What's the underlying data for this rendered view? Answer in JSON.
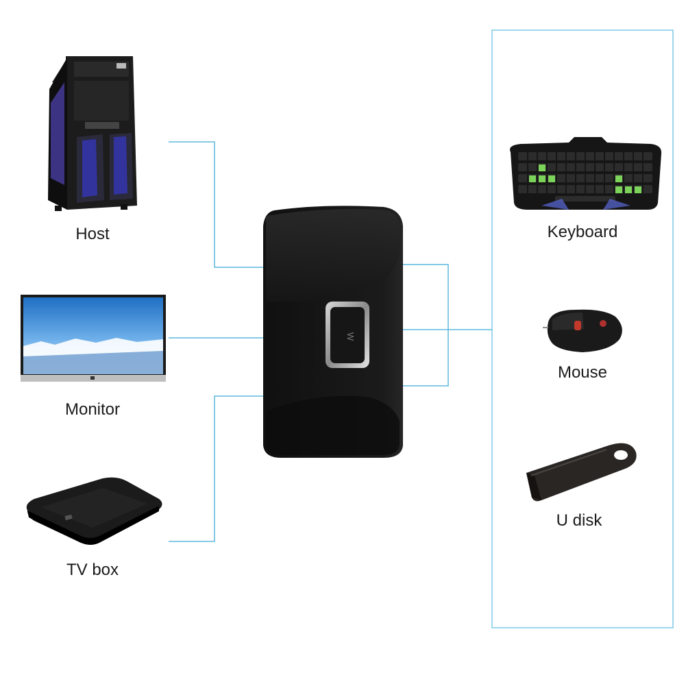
{
  "diagram": {
    "left_devices": [
      {
        "label": "Host",
        "icon": "pc-tower-icon"
      },
      {
        "label": "Monitor",
        "icon": "monitor-icon"
      },
      {
        "label": "TV box",
        "icon": "tv-box-icon"
      }
    ],
    "right_devices": [
      {
        "label": "Keyboard",
        "icon": "keyboard-icon"
      },
      {
        "label": "Mouse",
        "icon": "mouse-icon"
      },
      {
        "label": "U disk",
        "icon": "usb-drive-icon"
      }
    ],
    "switch_button_text": "W",
    "colors": {
      "connector_line": "#5bb8de",
      "panel_border": "#7ec8e6",
      "device_dark": "#141414",
      "screen_blue": "#2f7fd0"
    }
  }
}
